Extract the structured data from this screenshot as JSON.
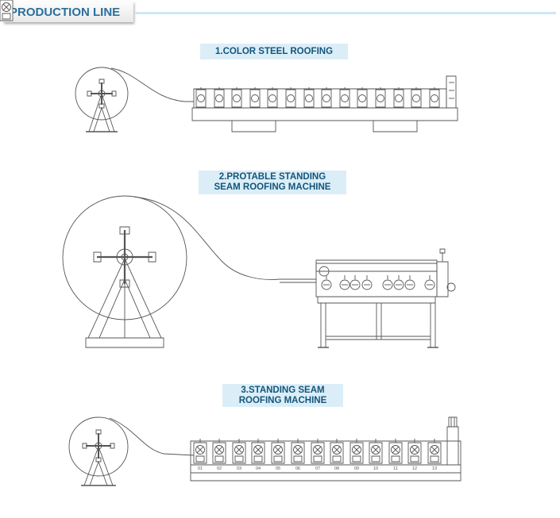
{
  "header": {
    "title": "PRODUCTION LINE"
  },
  "sections": [
    {
      "caption_lines": [
        "1.COLOR STEEL ROOFING"
      ]
    },
    {
      "caption_lines": [
        "2.PROTABLE STANDING",
        "SEAM ROOFING MACHINE"
      ]
    },
    {
      "caption_lines": [
        "3.STANDING SEAM",
        "ROOFING MACHINE"
      ]
    }
  ],
  "station_numbers": [
    "01",
    "02",
    "03",
    "04",
    "05",
    "06",
    "07",
    "08",
    "09",
    "10",
    "11",
    "12",
    "13"
  ],
  "colors": {
    "header_text": "#2b6f9c",
    "caption_bg": "#dbeef8",
    "caption_text": "#14557a",
    "line": "#555555"
  }
}
